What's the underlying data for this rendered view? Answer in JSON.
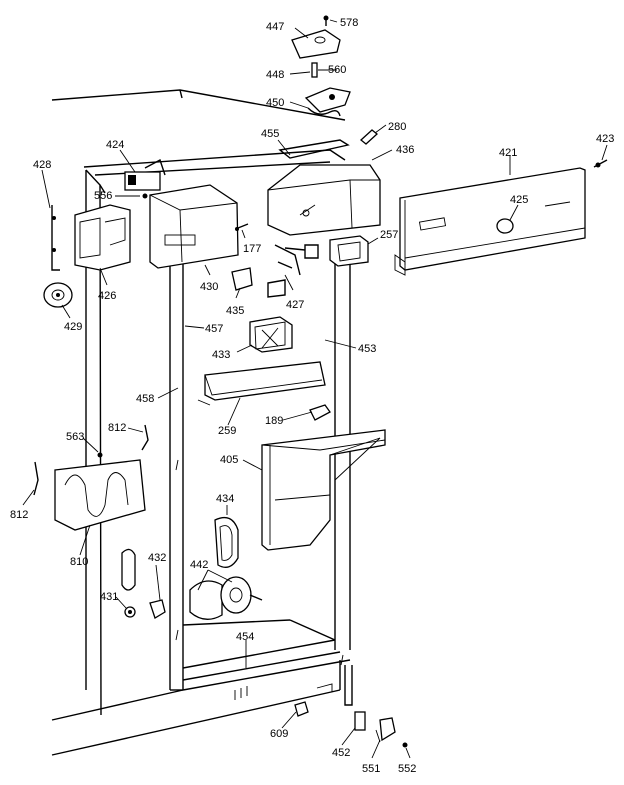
{
  "callouts": [
    "447",
    "578",
    "448",
    "560",
    "450",
    "280",
    "424",
    "455",
    "436",
    "421",
    "423",
    "428",
    "556",
    "425",
    "177",
    "257",
    "426",
    "430",
    "435",
    "427",
    "429",
    "457",
    "433",
    "453",
    "458",
    "259",
    "189",
    "812",
    "563",
    "405",
    "434",
    "810",
    "442",
    "432",
    "431",
    "454",
    "609",
    "452",
    "551",
    "552"
  ],
  "colors": {
    "ink": "#000000",
    "paper": "#ffffff"
  }
}
